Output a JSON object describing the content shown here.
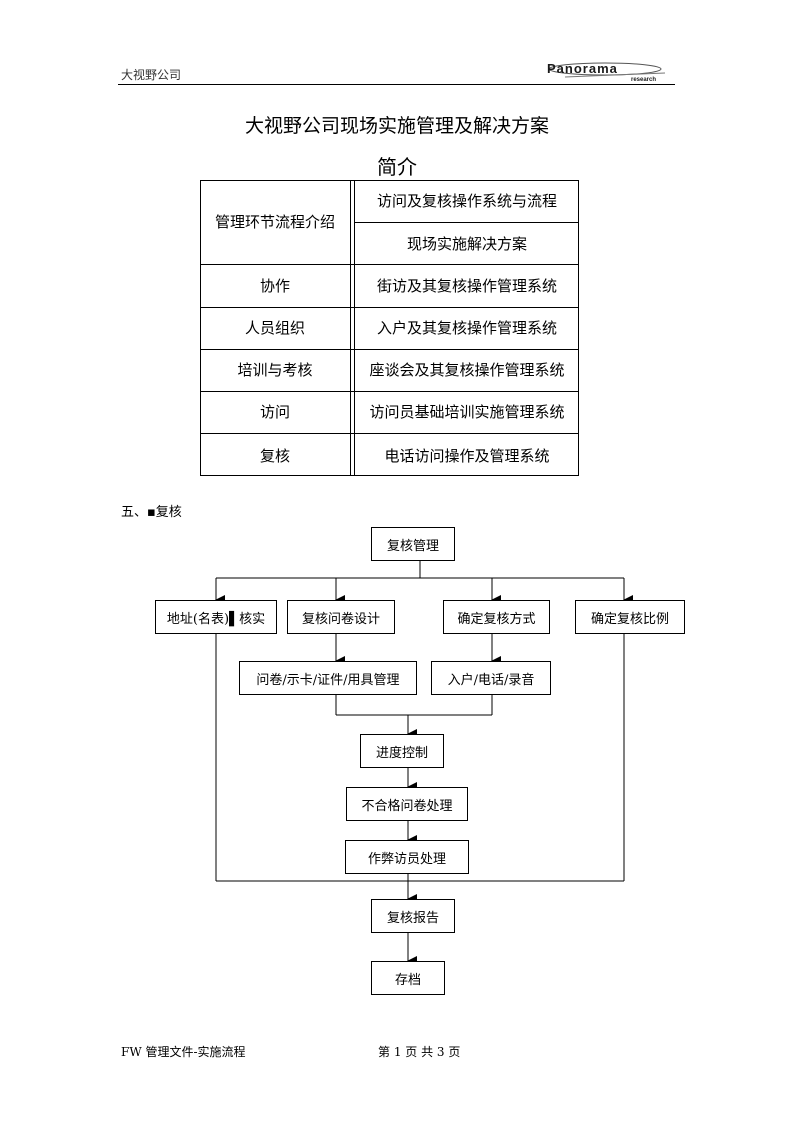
{
  "header": {
    "company": "大视野公司",
    "logo_text": "Panorama",
    "logo_sub": "research"
  },
  "title": "大视野公司现场实施管理及解决方案",
  "subtitle": "简介",
  "toc": {
    "left": [
      "管理环节流程介绍",
      "协作",
      "人员组织",
      "培训与考核",
      "访问",
      "复核"
    ],
    "right": [
      "访问及复核操作系统与流程",
      "现场实施解决方案",
      "街访及其复核操作管理系统",
      "入户及其复核操作管理系统",
      "座谈会及其复核操作管理系统",
      "访问员基础培训实施管理系统",
      "电话访问操作及管理系统"
    ]
  },
  "section": "五、▪复核",
  "flow": {
    "top": "复核管理",
    "b1": "地址(名表)▌核实",
    "b2": "复核问卷设计",
    "b3": "确定复核方式",
    "b4": "确定复核比例",
    "m1": "问卷/示卡/证件/用具管理",
    "m2": "入户/电话/录音",
    "s1": "进度控制",
    "s2": "不合格问卷处理",
    "s3": "作弊访员处理",
    "s4": "复核报告",
    "s5": "存档"
  },
  "footer": {
    "left": "FW 管理文件-实施流程",
    "page": "第 1 页  共 3 页"
  }
}
